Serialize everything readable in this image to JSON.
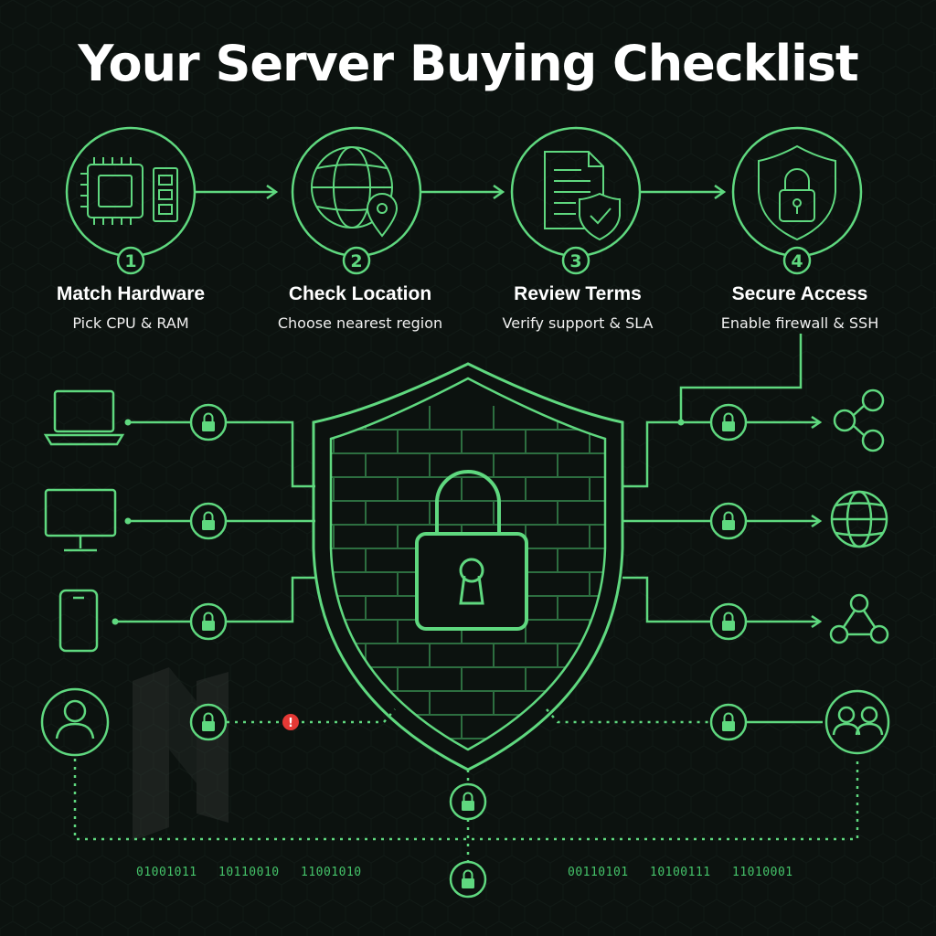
{
  "title": "Your Server Buying Checklist",
  "colors": {
    "background": "#0c120f",
    "accent": "#5fd87f",
    "alert": "#e53935",
    "text": "#ffffff"
  },
  "steps": [
    {
      "number": "1",
      "title": "Match Hardware",
      "subtitle": "Pick CPU & RAM",
      "icon": "cpu-ram-icon"
    },
    {
      "number": "2",
      "title": "Check Location",
      "subtitle": "Choose nearest region",
      "icon": "globe-pin-icon"
    },
    {
      "number": "3",
      "title": "Review Terms",
      "subtitle": "Verify support & SLA",
      "icon": "document-shield-icon"
    },
    {
      "number": "4",
      "title": "Secure Access",
      "subtitle": "Enable firewall & SSH",
      "icon": "shield-lock-icon"
    }
  ],
  "left_devices": [
    "laptop-icon",
    "monitor-icon",
    "phone-icon",
    "user-icon"
  ],
  "right_targets": [
    "share-icon",
    "globe-icon",
    "network-icon",
    "users-icon"
  ],
  "center": "firewall-shield-padlock",
  "alert_marker": "!",
  "binary_left": [
    "01001011",
    "10110010",
    "11001010"
  ],
  "binary_right": [
    "00110101",
    "10100111",
    "11010001"
  ]
}
